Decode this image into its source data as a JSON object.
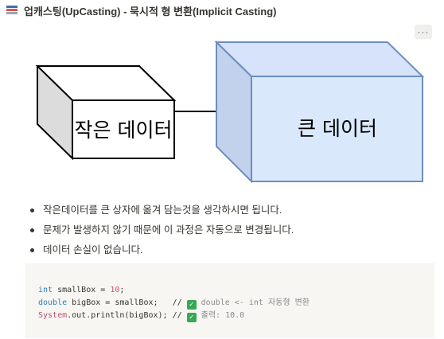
{
  "header": {
    "title": "업캐스팅(UpCasting) - 묵시적 형 변환(Implicit Casting)",
    "icon": "books-icon"
  },
  "toolbar": {
    "more_label": "···"
  },
  "diagram": {
    "small_box_label": "작은 데이터",
    "big_box_label": "큰 데이터"
  },
  "bullets": [
    "작은데이터를 큰 상자에 옮겨 담는것을 생각하시면 됩니다.",
    "문제가 발생하지 않기 때문에 이 과정은 자동으로 변경됩니다.",
    "데이터 손실이 없습니다."
  ],
  "code": {
    "line1": {
      "type": "int",
      "decl": " smallBox = ",
      "value": "10",
      "end": ";"
    },
    "line2": {
      "type": "double",
      "decl": " bigBox = smallBox;   // ",
      "comment": " double <- int 자동형 변환"
    },
    "line3": {
      "class": "System",
      "call": ".out.println(bigBox); // ",
      "comment": " 출력: 10.0"
    },
    "check_mark": "✓"
  }
}
